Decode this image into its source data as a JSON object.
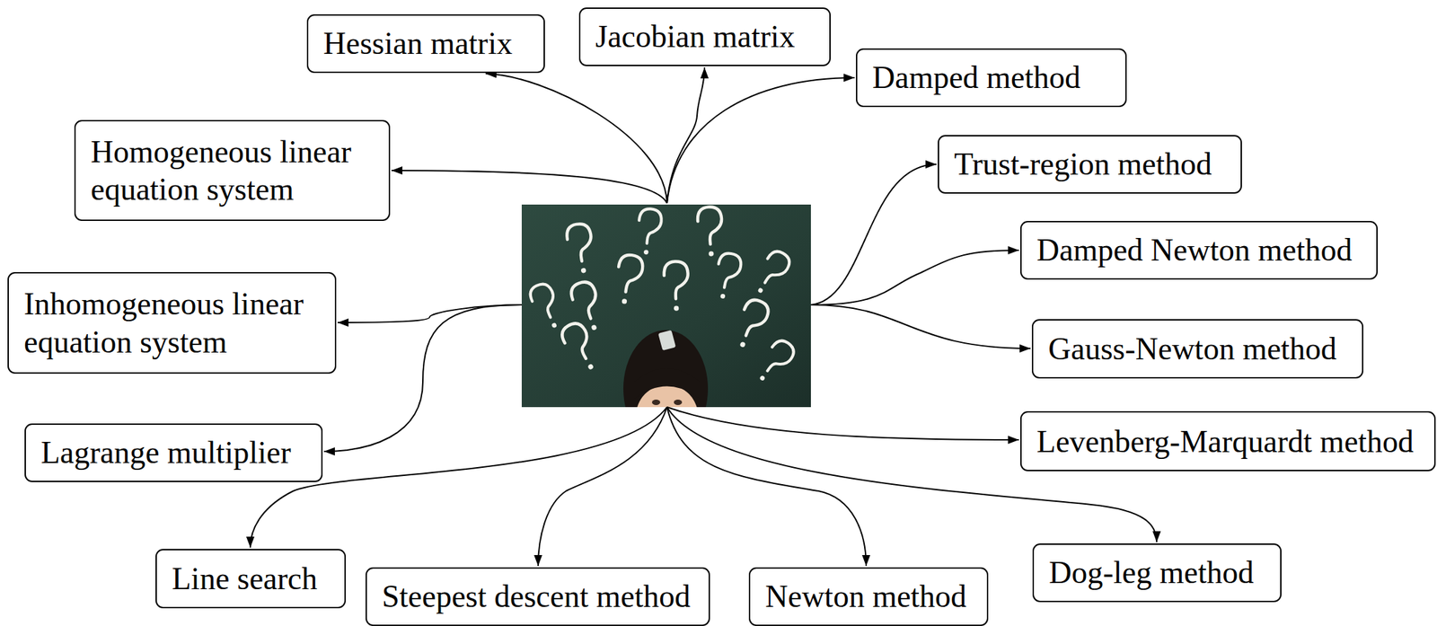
{
  "diagram": {
    "nodes": [
      {
        "text": [
          "Hessian matrix"
        ]
      },
      {
        "text": [
          "Jacobian matrix"
        ]
      },
      {
        "text": [
          "Damped method"
        ]
      },
      {
        "text": [
          "Homogeneous linear equation system"
        ]
      },
      {
        "text": [
          "Trust-region method"
        ]
      },
      {
        "text": [
          "Damped Newton method"
        ]
      },
      {
        "text": [
          "Inhomogeneous linear equation system"
        ]
      },
      {
        "text": [
          "Gauss-Newton method"
        ]
      },
      {
        "text": [
          "Lagrange multiplier"
        ]
      },
      {
        "text": [
          "Levenberg-Marquardt method"
        ]
      },
      {
        "text": [
          "Dog-leg method"
        ]
      },
      {
        "text": [
          "Line search"
        ]
      },
      {
        "text": [
          "Steepest descent method"
        ]
      },
      {
        "text": [
          "Newton method"
        ]
      }
    ]
  }
}
